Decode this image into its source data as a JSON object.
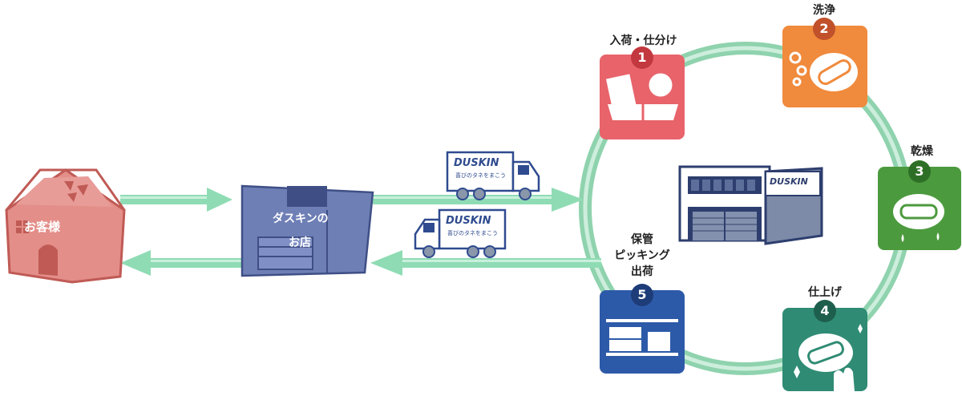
{
  "customer": {
    "label": "お客様"
  },
  "store": {
    "label_line1": "ダスキンの",
    "label_line2": "お店"
  },
  "factory": {
    "brand": "DUSKIN"
  },
  "trucks": {
    "brand": "DUSKIN",
    "slogan": "喜びのタネをまこう"
  },
  "steps": [
    {
      "num": "1",
      "label": "入荷・仕分け",
      "color": "#e8636a"
    },
    {
      "num": "2",
      "label": "洗浄",
      "color": "#f08a3c"
    },
    {
      "num": "3",
      "label": "乾燥",
      "color": "#4c9a3e"
    },
    {
      "num": "4",
      "label": "仕上げ",
      "color": "#2f8b74"
    },
    {
      "num": "5",
      "label_lines": [
        "保管",
        "ピッキング",
        "出荷"
      ],
      "color": "#2d5aa8"
    }
  ],
  "colors": {
    "flow": "#8fdcb4",
    "ring": "#9fdcbc",
    "house": "#e48e89",
    "store": "#6e7fb6"
  }
}
